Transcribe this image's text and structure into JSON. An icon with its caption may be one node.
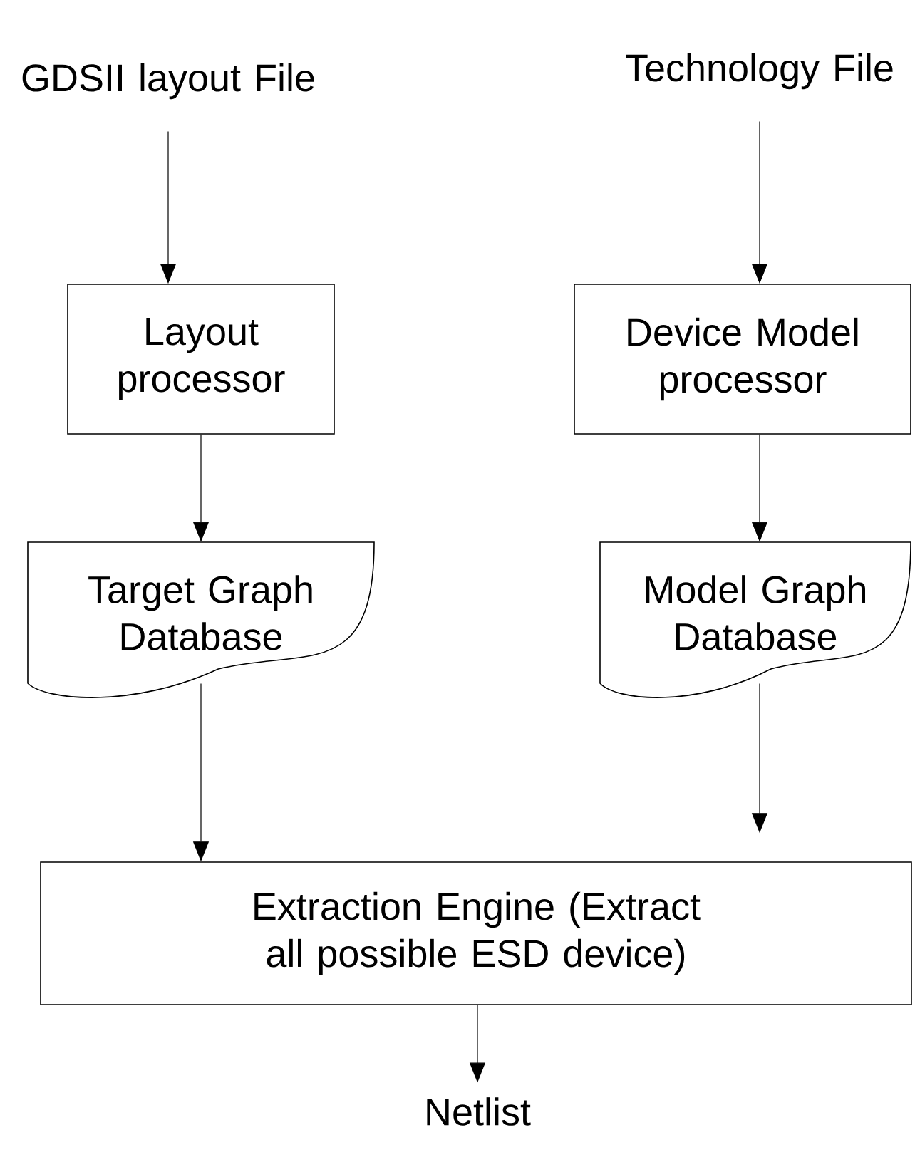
{
  "diagram": {
    "nodes": [
      {
        "text": [
          "GDSII layout File"
        ]
      },
      {
        "text": [
          "Technology File"
        ]
      },
      {
        "text": [
          "Layout processor"
        ]
      },
      {
        "text": [
          "Device Model processor"
        ]
      },
      {
        "text": [
          "Target Graph Database"
        ]
      },
      {
        "text": [
          "Model Graph Database"
        ]
      },
      {
        "text": [
          "Extraction Engine (Extract all possible ESD device)"
        ]
      },
      {
        "text": [
          "Netlist"
        ]
      }
    ],
    "edges": [
      {
        "from": 0,
        "to": 2,
        "arrow": "to"
      },
      {
        "from": 1,
        "to": 3,
        "arrow": "to"
      },
      {
        "from": 2,
        "to": 4,
        "arrow": "to"
      },
      {
        "from": 3,
        "to": 5,
        "arrow": "to"
      },
      {
        "from": 4,
        "to": 6,
        "arrow": "to"
      },
      {
        "from": 5,
        "to": 6,
        "arrow": "to"
      },
      {
        "from": 6,
        "to": 7,
        "arrow": "to"
      }
    ]
  }
}
